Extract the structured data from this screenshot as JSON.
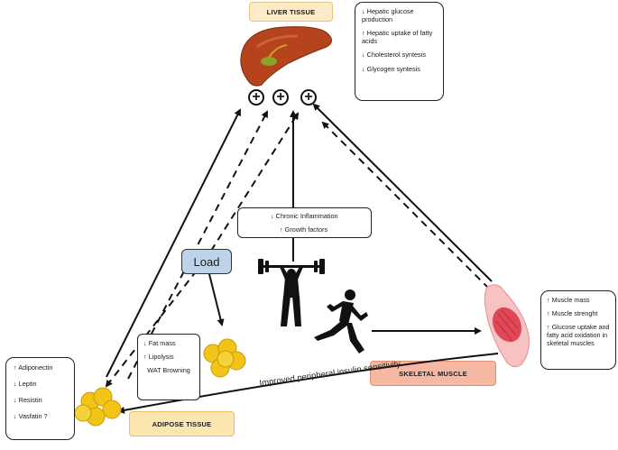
{
  "labels": {
    "liver": "LIVER TISSUE",
    "adipose": "ADIPOSE TISSUE",
    "skeletal": "SKELETAL MUSCLE",
    "load": "Load",
    "insulin": "Improved peripheral insulin sensitivity"
  },
  "liver_effects": [
    "↓ Hepatic glucose production",
    "↑ Hepatic uptake of fatty acids",
    "↓ Cholesterol syntesis",
    "↓ Glycogen syntesis"
  ],
  "center_effects": [
    "↓ Chronic Inflammation",
    "↑ Growth factors"
  ],
  "fat_effects": [
    "↓ Fat mass",
    "↑ Lipolysis",
    "WAT Browning"
  ],
  "adipokines": [
    "↑ Adiponectin",
    "↓ Leptin",
    "↓ Resistin",
    "↓ Vasfatin ?"
  ],
  "muscle_effects": [
    "↑ Muscle mass",
    "↑ Muscle strenght",
    "↑ Glucose uptake and fatty acid oxidation in skeletal muscles"
  ],
  "plus_symbols": [
    "+",
    "+",
    "+"
  ],
  "colors": {
    "liver_tag_bg": "#fdebc8",
    "liver_tag_border": "#e8c27a",
    "adipose_tag_bg": "#fbe6b0",
    "skeletal_tag_bg": "#f6b8a2",
    "load_bg": "#bcd3ea",
    "liver": "#b5441c",
    "fat": "#f2c418",
    "muscle": "#e85060"
  },
  "icons": [
    "liver-icon",
    "adipose-cells-icon",
    "weightlifter-icon",
    "runner-icon",
    "muscle-icon"
  ]
}
